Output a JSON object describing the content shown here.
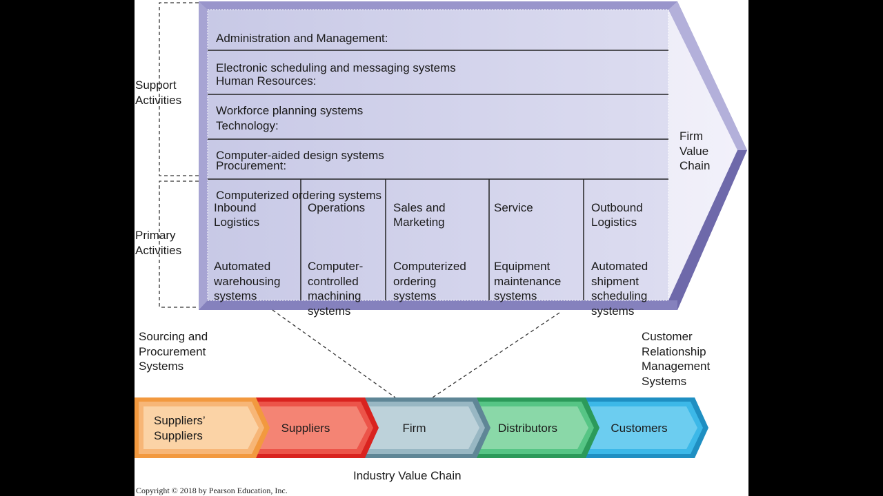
{
  "support_activities_label": "Support\nActivities",
  "primary_activities_label": "Primary\nActivities",
  "firm_value_chain_label": "Firm\nValue\nChain",
  "support_rows": [
    {
      "title": "Administration and Management:",
      "system": "Electronic scheduling and messaging systems"
    },
    {
      "title": "Human Resources:",
      "system": "Workforce planning systems"
    },
    {
      "title": "Technology:",
      "system": "Computer-aided design systems"
    },
    {
      "title": "Procurement:",
      "system": "Computerized ordering systems"
    }
  ],
  "primary_columns": [
    {
      "title": "Inbound\nLogistics",
      "system": "Automated\nwarehousing\nsystems"
    },
    {
      "title": "Operations",
      "system": "Computer-\ncontrolled\nmachining\nsystems"
    },
    {
      "title": "Sales and\nMarketing",
      "system": "Computerized\nordering\nsystems"
    },
    {
      "title": "Service",
      "system": "Equipment\nmaintenance\nsystems"
    },
    {
      "title": "Outbound\nLogistics",
      "system": "Automated\nshipment\nscheduling\nsystems"
    }
  ],
  "sourcing_label": "Sourcing and\nProcurement\nSystems",
  "crm_label": "Customer\nRelationship\nManagement\nSystems",
  "industry_chain": [
    {
      "label": "Suppliers’\nSuppliers",
      "color": "#f5b070"
    },
    {
      "label": "Suppliers",
      "color": "#e8453c"
    },
    {
      "label": "Firm",
      "color": "#8fb0bd"
    },
    {
      "label": "Distributors",
      "color": "#4dbb7c"
    },
    {
      "label": "Customers",
      "color": "#2eaee2"
    }
  ],
  "industry_value_chain_label": "Industry Value Chain",
  "copyright": "Copyright © 2018 by Pearson Education, Inc.",
  "colors": {
    "panel": "#cacbe6",
    "panel_edge": "#8783bf",
    "panel_edge_dark": "#6e69aa"
  }
}
